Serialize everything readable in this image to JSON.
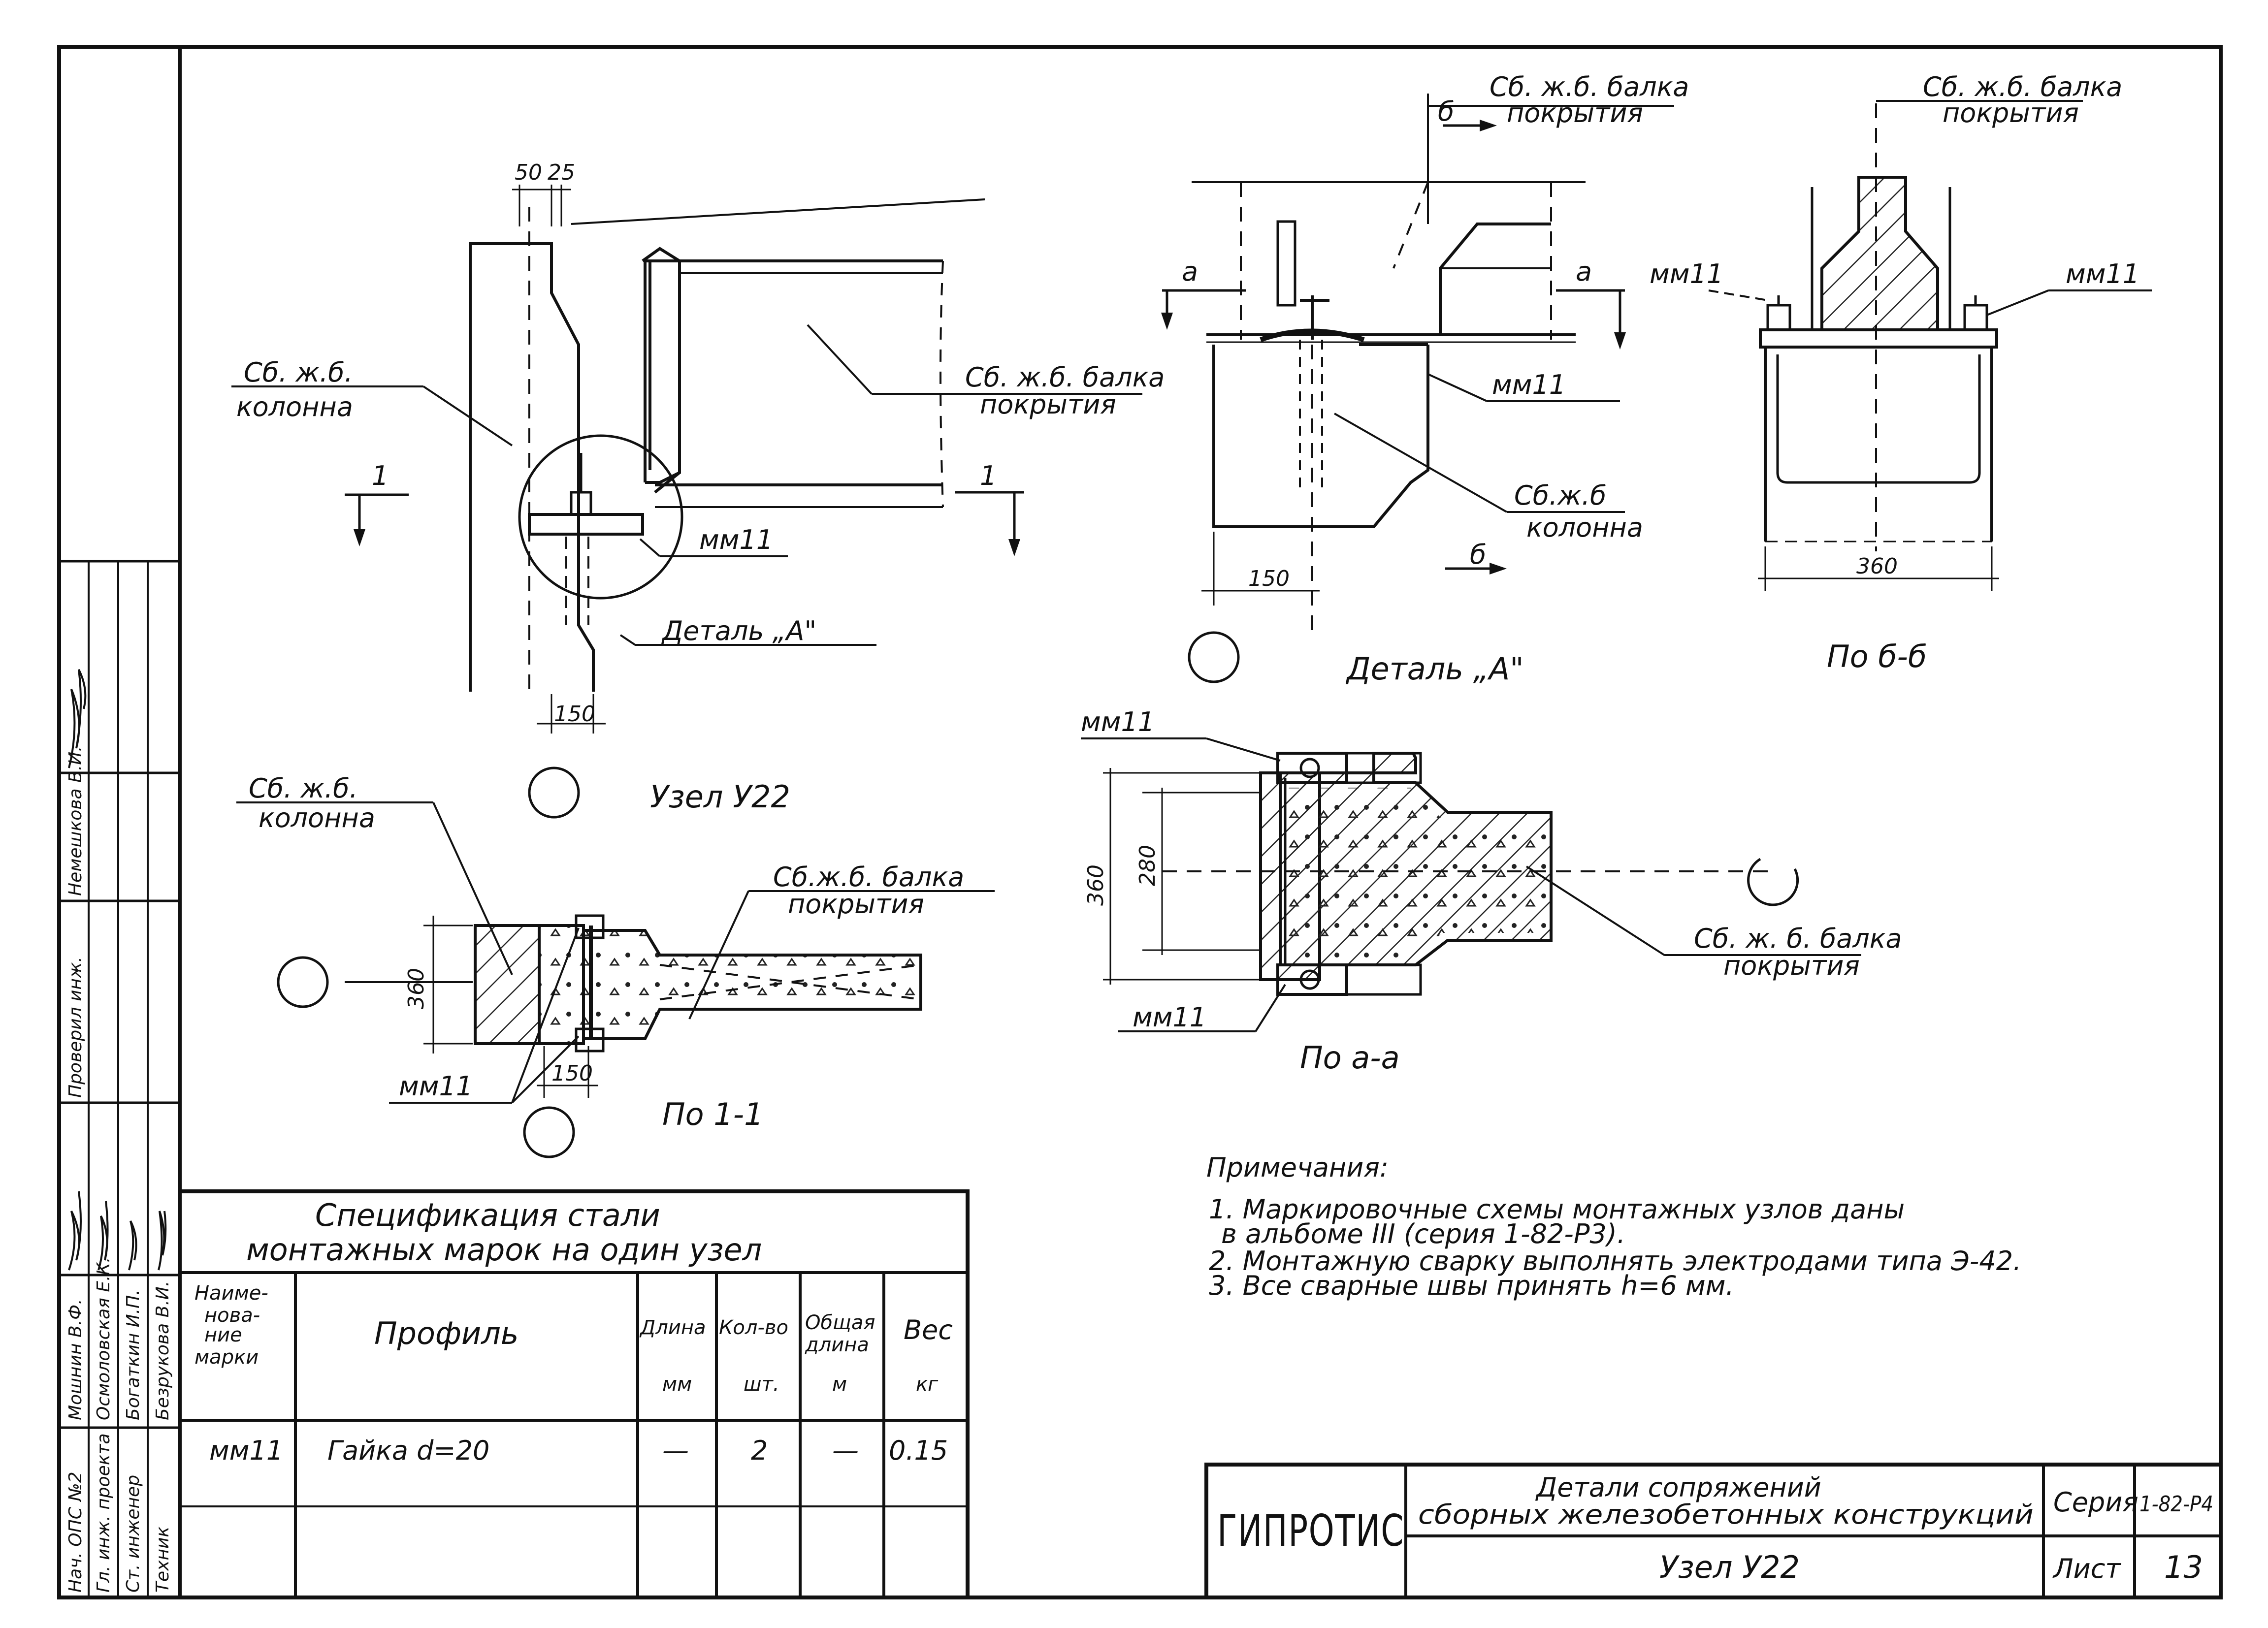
{
  "drawing": {
    "views": {
      "node_main": {
        "dim_top_left": "50",
        "dim_top_right": "25",
        "dim_bottom": "150",
        "label_column_1": "Сб. ж.б.",
        "label_column_2": "колонна",
        "label_beam_1": "Сб. ж.б. балка",
        "label_beam_2": "покрытия",
        "label_mark": "мм11",
        "label_detail": "Деталь „А\"",
        "section_mark_left": "1",
        "section_mark_right": "1",
        "caption": "Узел У22"
      },
      "detail_a": {
        "label_beam_1": "Сб. ж.б. балка",
        "label_beam_2": "покрытия",
        "mark_b_top": "б",
        "mark_b_bottom": "б",
        "mark_a_left": "а",
        "mark_a_right": "а",
        "label_mark": "мм11",
        "label_column_1": "Сб.ж.б",
        "label_column_2": "колонна",
        "dim": "150",
        "caption": "Деталь „А\""
      },
      "section_b": {
        "label_beam_1": "Сб. ж.б. балка",
        "label_beam_2": "покрытия",
        "label_mark_left": "мм11",
        "label_mark_right": "мм11",
        "dim": "360",
        "caption": "По б-б"
      },
      "section_1": {
        "label_column_1": "Сб. ж.б.",
        "label_column_2": "колонна",
        "label_beam_1": "Сб.ж.б. балка",
        "label_beam_2": "покрытия",
        "dim_height": "360",
        "dim_width": "150",
        "label_mark": "мм11",
        "caption": "По 1-1"
      },
      "section_a": {
        "label_mark_top": "мм11",
        "label_mark_bottom": "мм11",
        "dim_outer": "360",
        "dim_inner": "280",
        "label_beam_1": "Сб. ж. б. балка",
        "label_beam_2": "покрытия",
        "caption": "По а-а"
      }
    },
    "notes": {
      "title": "Примечания:",
      "items": [
        "1. Маркировочные схемы монтажных узлов даны",
        "в альбоме III (серия 1-82-Р3).",
        "2. Монтажную сварку выполнять электродами типа Э-42.",
        "3. Все сварные швы принять h=6 мм."
      ]
    },
    "spec_table": {
      "title_line1": "Спецификация стали",
      "title_line2": "монтажных марок на один узел",
      "headers": {
        "name": [
          "Наиме-",
          "нова-",
          "ние",
          "марки"
        ],
        "profile": "Профиль",
        "length": "Длина",
        "length_unit": "мм",
        "qty": "Кол-во",
        "qty_unit": "шт.",
        "total_length": [
          "Общая",
          "длина"
        ],
        "total_length_unit": "м",
        "weight": "Вес",
        "weight_unit": "кг"
      },
      "rows": [
        {
          "mark": "мм11",
          "profile": "Гайка d=20",
          "length": "—",
          "qty": "2",
          "total": "—",
          "weight": "0.15"
        }
      ]
    },
    "title_block": {
      "org": "ГИПРОТИС",
      "title_line1": "Детали сопряжений",
      "title_line2": "сборных железобетонных конструкций",
      "node": "Узел У22",
      "series_label": "Серия",
      "series_value": "1-82-Р4",
      "sheet_label": "Лист",
      "sheet_value": "13"
    },
    "signatures": {
      "roles": [
        "Нач. ОПС №2",
        "Гл. инж. проекта",
        "Ст. инженер",
        "Техник"
      ],
      "names": [
        "Мошнин В.Ф.",
        "Осмоловская Е.К.",
        "Богаткин И.П.",
        "Безрукова В.И."
      ],
      "checked_role": "Проверил инж.",
      "checked_name": "Немешкова В.И."
    }
  }
}
